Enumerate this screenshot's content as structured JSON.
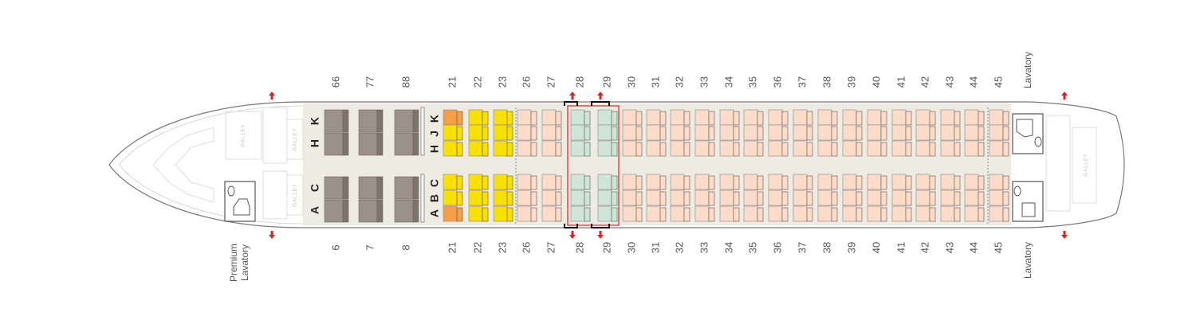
{
  "colors": {
    "business": "#9b9189",
    "business_back": "#7d746c",
    "preferred_corner": "#f5a046",
    "preferred": "#f9e000",
    "economy": "#fcdcc9",
    "exit_row": "#cfe6d6",
    "exit_outline": "#e03030",
    "exit_arrow": "#e02020",
    "floor": "#eeebe3"
  },
  "rows": [
    {
      "top": "66",
      "bottom": "6",
      "class": "business"
    },
    {
      "top": "77",
      "bottom": "7",
      "class": "business"
    },
    {
      "top": "88",
      "bottom": "8",
      "class": "business"
    },
    {
      "top": "21",
      "bottom": "21",
      "class": "preferred"
    },
    {
      "top": "22",
      "bottom": "22",
      "class": "preferred"
    },
    {
      "top": "23",
      "bottom": "23",
      "class": "preferred"
    },
    {
      "top": "26",
      "bottom": "26",
      "class": "economy"
    },
    {
      "top": "27",
      "bottom": "27",
      "class": "economy"
    },
    {
      "top": "28",
      "bottom": "28",
      "class": "exit_row"
    },
    {
      "top": "29",
      "bottom": "29",
      "class": "exit_row"
    },
    {
      "top": "30",
      "bottom": "30",
      "class": "economy"
    },
    {
      "top": "31",
      "bottom": "31",
      "class": "economy"
    },
    {
      "top": "32",
      "bottom": "32",
      "class": "economy"
    },
    {
      "top": "33",
      "bottom": "33",
      "class": "economy"
    },
    {
      "top": "34",
      "bottom": "34",
      "class": "economy"
    },
    {
      "top": "35",
      "bottom": "35",
      "class": "economy"
    },
    {
      "top": "36",
      "bottom": "36",
      "class": "economy"
    },
    {
      "top": "37",
      "bottom": "37",
      "class": "economy"
    },
    {
      "top": "38",
      "bottom": "38",
      "class": "economy"
    },
    {
      "top": "39",
      "bottom": "39",
      "class": "economy"
    },
    {
      "top": "40",
      "bottom": "40",
      "class": "economy"
    },
    {
      "top": "41",
      "bottom": "41",
      "class": "economy"
    },
    {
      "top": "42",
      "bottom": "42",
      "class": "economy"
    },
    {
      "top": "43",
      "bottom": "43",
      "class": "economy"
    },
    {
      "top": "44",
      "bottom": "44",
      "class": "economy"
    },
    {
      "top": "45",
      "bottom": "45",
      "class": "economy"
    }
  ],
  "business_letters": {
    "top": [
      "K",
      "H"
    ],
    "bottom": [
      "C",
      "A"
    ]
  },
  "economy_letters": {
    "top": [
      "K",
      "J",
      "H"
    ],
    "bottom": [
      "C",
      "B",
      "A"
    ]
  },
  "galley_label": "GALLEY",
  "captions": {
    "premium_lavatory_line1": "Premium",
    "premium_lavatory_line2": "Lavatory",
    "lavatory_top": "Lavatory",
    "lavatory_bottom": "Lavatory"
  }
}
